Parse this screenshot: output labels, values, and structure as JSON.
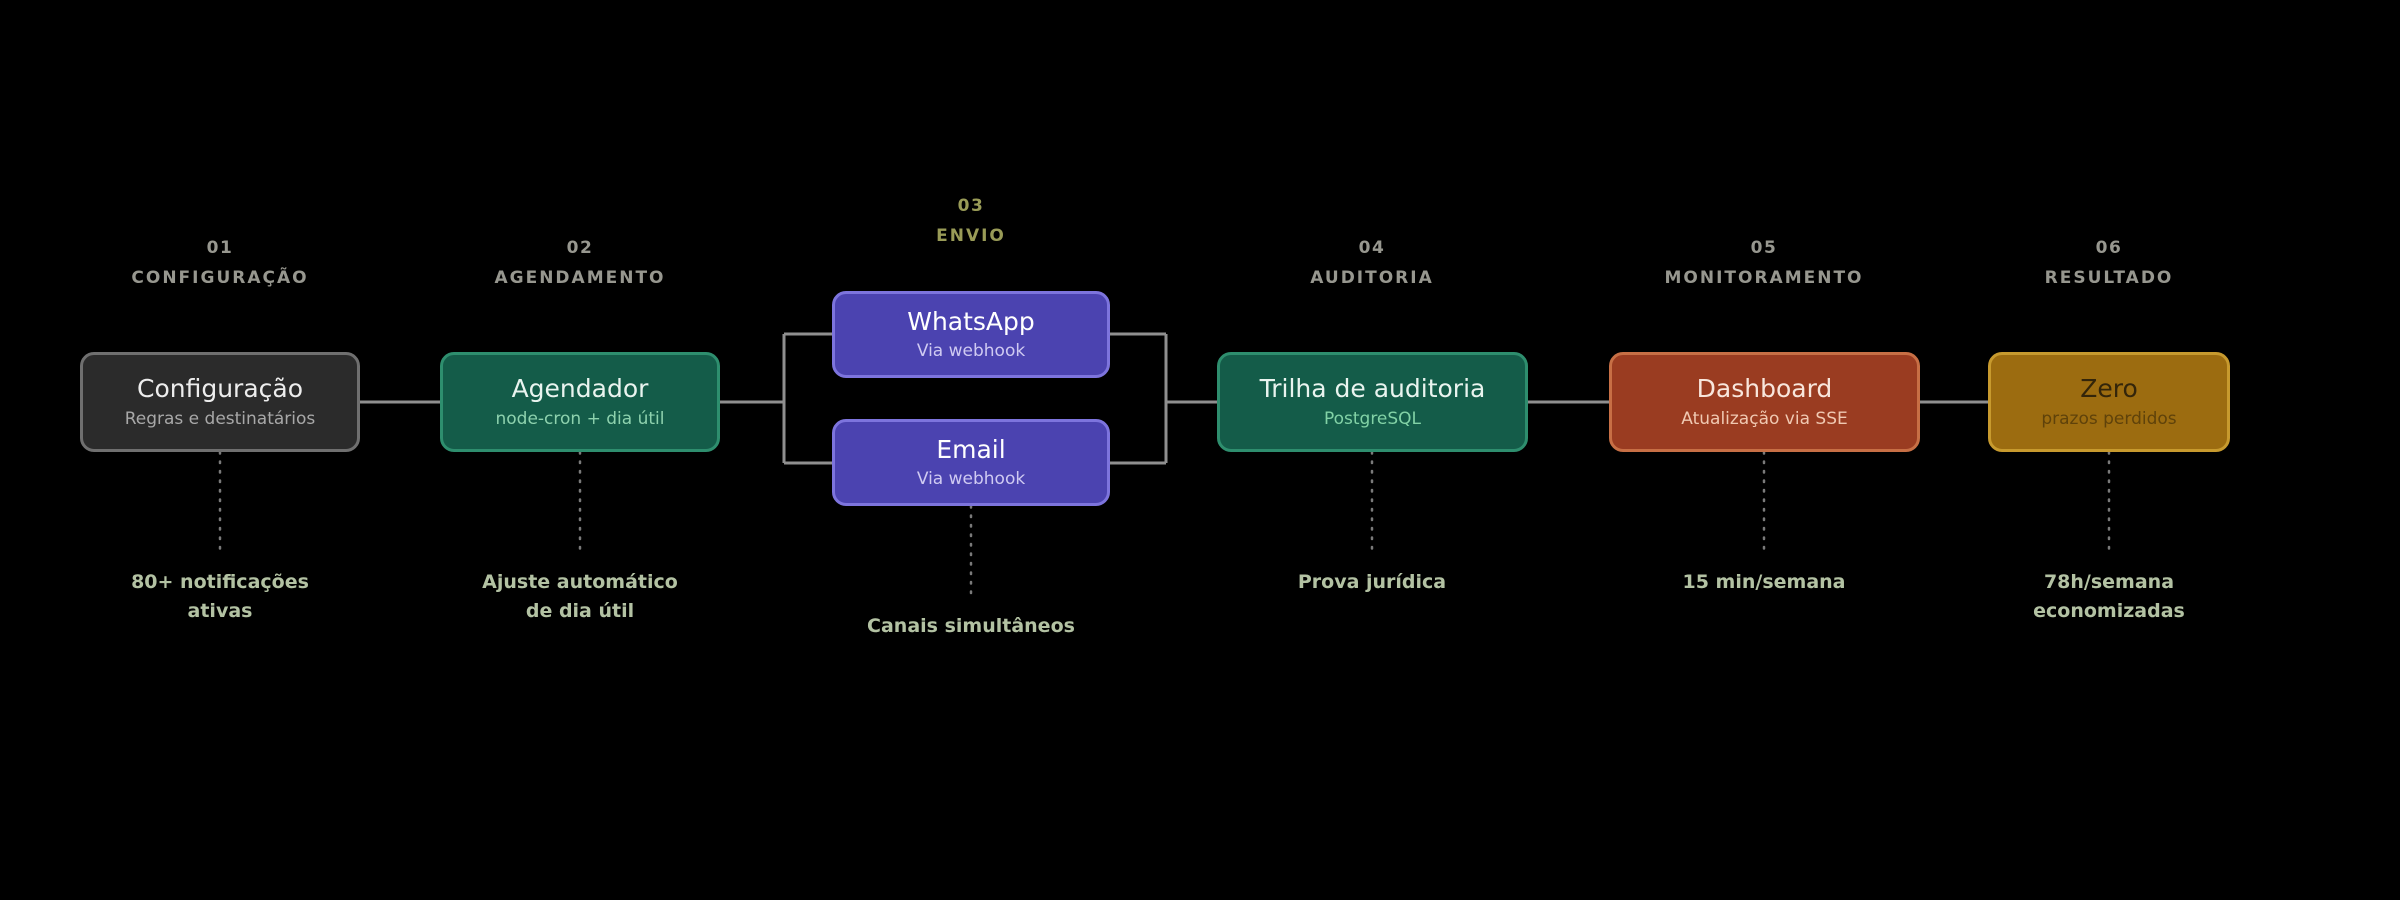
{
  "diagram": {
    "background": "#000000",
    "connector_color": "#8f8f8f",
    "dotted_color": "#7a7a7a",
    "metric_color": "#b3c2a3",
    "stages": [
      {
        "number": "01",
        "category": "CONFIGURAÇÃO",
        "header_color": "#97978f",
        "metric": "80+ notificações ativas",
        "box": {
          "title": "Configuração",
          "subtitle": "Regras e destinatários",
          "bg": "#2b2b2b",
          "border": "#6f6f6f",
          "title_color": "#ededed",
          "subtitle_color": "#a8a8a8"
        }
      },
      {
        "number": "02",
        "category": "AGENDAMENTO",
        "header_color": "#97978f",
        "metric": "Ajuste automático de dia útil",
        "box": {
          "title": "Agendador",
          "subtitle": "node-cron + dia útil",
          "bg": "#145c49",
          "border": "#2e8e6e",
          "title_color": "#e9f4ef",
          "subtitle_color": "#8ed2ae"
        }
      },
      {
        "number": "03",
        "category": "ENVIO",
        "header_color": "#999b57",
        "metric": "Canais simultâneos",
        "boxes": [
          {
            "title": "WhatsApp",
            "subtitle": "Via webhook",
            "bg": "#4b43b0",
            "border": "#7d74dd",
            "title_color": "#ffffff",
            "subtitle_color": "#cfcaf2"
          },
          {
            "title": "Email",
            "subtitle": "Via webhook",
            "bg": "#4b43b0",
            "border": "#7d74dd",
            "title_color": "#ffffff",
            "subtitle_color": "#cfcaf2"
          }
        ]
      },
      {
        "number": "04",
        "category": "AUDITORIA",
        "header_color": "#97978f",
        "metric": "Prova jurídica",
        "box": {
          "title": "Trilha de auditoria",
          "subtitle": "PostgreSQL",
          "bg": "#145c49",
          "border": "#2e8e6e",
          "title_color": "#e9f4ef",
          "subtitle_color": "#82d2a6"
        }
      },
      {
        "number": "05",
        "category": "MONITORAMENTO",
        "header_color": "#97978f",
        "metric": "15 min/semana",
        "box": {
          "title": "Dashboard",
          "subtitle": "Atualização via SSE",
          "bg": "#9a3c21",
          "border": "#c76f45",
          "title_color": "#f8e6dc",
          "subtitle_color": "#f0c9b2"
        }
      },
      {
        "number": "06",
        "category": "RESULTADO",
        "header_color": "#97978f",
        "metric": "78h/semana economizadas",
        "box": {
          "title": "Zero",
          "subtitle": "prazos perdidos",
          "bg": "#9c6c10",
          "border": "#c79a2e",
          "title_color": "#33250a",
          "subtitle_color": "#5f420a"
        }
      }
    ]
  }
}
